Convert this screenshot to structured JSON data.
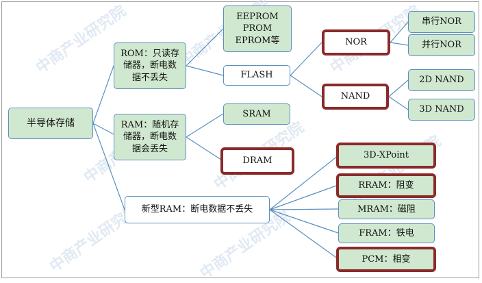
{
  "root": {
    "label": "半导体存储"
  },
  "rom": {
    "label": "ROM：只读存储器，断电数据不丢失",
    "children": [
      "EEPROM PROM EPROM等",
      "FLASH"
    ]
  },
  "flash": {
    "children": [
      "NOR",
      "NAND"
    ]
  },
  "nor": {
    "children": [
      "串行NOR",
      "并行NOR"
    ]
  },
  "nand": {
    "children": [
      "2D NAND",
      "3D NAND"
    ]
  },
  "ram": {
    "label": "RAM：随机存储器，断电数据会丢失",
    "children": [
      "SRAM",
      "DRAM"
    ]
  },
  "new_ram": {
    "label": "新型RAM：断电数据不丢失",
    "children": [
      "3D-XPoint",
      "RRAM：阻变",
      "MRAM：磁阻",
      "FRAM：铁电",
      "PCM：相变"
    ]
  },
  "watermark": "中商产业研究院",
  "colors": {
    "green_fill": "#cfe8cf",
    "blue_border": "#5b8fbf",
    "highlight_border": "#8b2a2a",
    "connector": "#5b8fbf"
  }
}
